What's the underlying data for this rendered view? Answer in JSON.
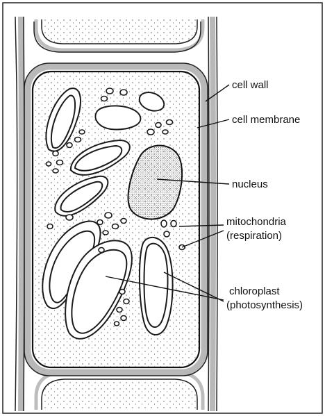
{
  "labels": {
    "cell_wall": "cell wall",
    "cell_membrane": "cell membrane",
    "nucleus": "nucleus",
    "mitochondria_line1": "mitochondria",
    "mitochondria_line2": "(respiration)",
    "chloroplast_line1": "chloroplast",
    "chloroplast_line2": "(photosynthesis)"
  },
  "colors": {
    "ink": "#1a1a1a",
    "wall_fill": "#b8b8b8",
    "background": "#ffffff"
  }
}
